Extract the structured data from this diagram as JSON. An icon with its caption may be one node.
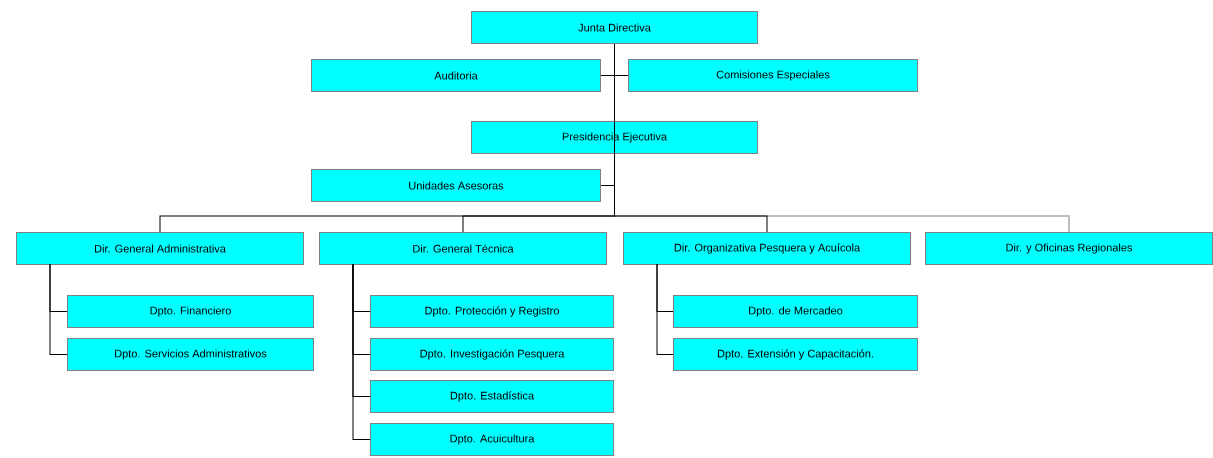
{
  "diagram": {
    "nodes": [
      {
        "text": [
          "Junta Directiva"
        ]
      },
      {
        "text": [
          "Auditoria"
        ]
      },
      {
        "text": [
          "Comisiones Especiales"
        ]
      },
      {
        "text": [
          "Presidencia Ejecutiva"
        ]
      },
      {
        "text": [
          "Unidades Asesoras"
        ]
      },
      {
        "text": [
          "Dir. General Administrativa"
        ]
      },
      {
        "text": [
          "Dir. General Técnica"
        ]
      },
      {
        "text": [
          "Dir. Organizativa Pesquera y Acuícola"
        ]
      },
      {
        "text": [
          "Dir. y Oficinas Regionales"
        ]
      },
      {
        "text": [
          "Dpto. Financiero"
        ]
      },
      {
        "text": [
          "Dpto. Servicios Administrativos"
        ]
      },
      {
        "text": [
          "Dpto. Protección y Registro"
        ]
      },
      {
        "text": [
          "Dpto. Investigación Pesquera"
        ]
      },
      {
        "text": [
          "Dpto. Estadística"
        ]
      },
      {
        "text": [
          "Dpto. Acuicultura"
        ]
      },
      {
        "text": [
          "Dpto. de Mercadeo"
        ]
      },
      {
        "text": [
          "Dpto. Extensión y Capacitación."
        ]
      }
    ],
    "edges": [
      {
        "from": 0,
        "to": 1,
        "arrow": "none"
      },
      {
        "from": 0,
        "to": 2,
        "arrow": "none"
      },
      {
        "from": 0,
        "to": 3,
        "arrow": "none"
      },
      {
        "from": 3,
        "to": 4,
        "arrow": "none"
      },
      {
        "from": 3,
        "to": 5,
        "arrow": "none"
      },
      {
        "from": 3,
        "to": 6,
        "arrow": "none"
      },
      {
        "from": 3,
        "to": 7,
        "arrow": "none"
      },
      {
        "from": 3,
        "to": 8,
        "arrow": "none",
        "style": "dashed"
      },
      {
        "from": 5,
        "to": 9,
        "arrow": "none"
      },
      {
        "from": 5,
        "to": 10,
        "arrow": "none"
      },
      {
        "from": 6,
        "to": 11,
        "arrow": "none"
      },
      {
        "from": 6,
        "to": 12,
        "arrow": "none"
      },
      {
        "from": 6,
        "to": 13,
        "arrow": "none"
      },
      {
        "from": 6,
        "to": 14,
        "arrow": "none"
      },
      {
        "from": 7,
        "to": 15,
        "arrow": "none"
      },
      {
        "from": 7,
        "to": 16,
        "arrow": "none"
      }
    ]
  }
}
